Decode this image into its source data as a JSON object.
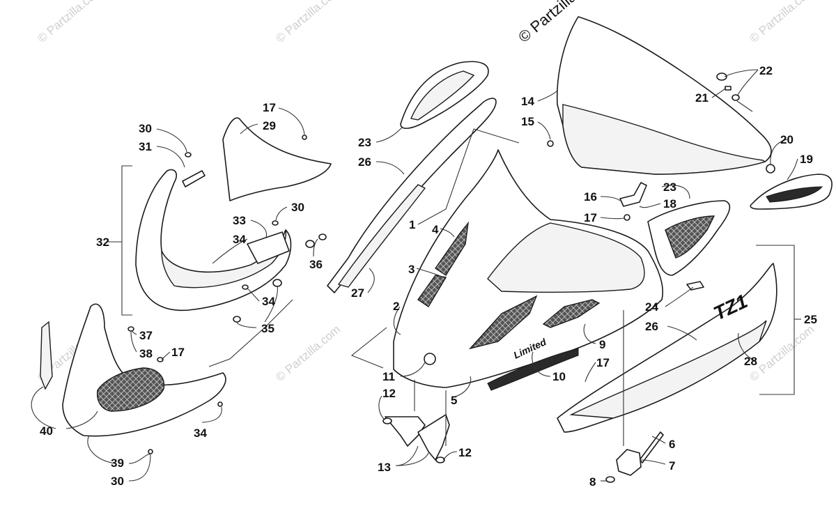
{
  "watermarks": {
    "small": "© Partzilla.com",
    "corner": "© Partzilla"
  },
  "parts": [
    {
      "id": "p1",
      "label": "1"
    },
    {
      "id": "p2",
      "label": "2"
    },
    {
      "id": "p3",
      "label": "3"
    },
    {
      "id": "p4",
      "label": "4"
    },
    {
      "id": "p5",
      "label": "5"
    },
    {
      "id": "p6",
      "label": "6"
    },
    {
      "id": "p7",
      "label": "7"
    },
    {
      "id": "p8",
      "label": "8"
    },
    {
      "id": "p9",
      "label": "9"
    },
    {
      "id": "p10",
      "label": "10"
    },
    {
      "id": "p11",
      "label": "11"
    },
    {
      "id": "p12a",
      "label": "12"
    },
    {
      "id": "p12b",
      "label": "12"
    },
    {
      "id": "p13",
      "label": "13"
    },
    {
      "id": "p14",
      "label": "14"
    },
    {
      "id": "p15",
      "label": "15"
    },
    {
      "id": "p16",
      "label": "16"
    },
    {
      "id": "p17a",
      "label": "17"
    },
    {
      "id": "p17b",
      "label": "17"
    },
    {
      "id": "p17c",
      "label": "17"
    },
    {
      "id": "p17d",
      "label": "17"
    },
    {
      "id": "p18",
      "label": "18"
    },
    {
      "id": "p19",
      "label": "19"
    },
    {
      "id": "p20",
      "label": "20"
    },
    {
      "id": "p21",
      "label": "21"
    },
    {
      "id": "p22",
      "label": "22"
    },
    {
      "id": "p23a",
      "label": "23"
    },
    {
      "id": "p23b",
      "label": "23"
    },
    {
      "id": "p24",
      "label": "24"
    },
    {
      "id": "p25",
      "label": "25"
    },
    {
      "id": "p26a",
      "label": "26"
    },
    {
      "id": "p26b",
      "label": "26"
    },
    {
      "id": "p27",
      "label": "27"
    },
    {
      "id": "p28",
      "label": "28"
    },
    {
      "id": "p29",
      "label": "29"
    },
    {
      "id": "p30a",
      "label": "30"
    },
    {
      "id": "p30b",
      "label": "30"
    },
    {
      "id": "p30c",
      "label": "30"
    },
    {
      "id": "p31",
      "label": "31"
    },
    {
      "id": "p32",
      "label": "32"
    },
    {
      "id": "p33",
      "label": "33"
    },
    {
      "id": "p34a",
      "label": "34"
    },
    {
      "id": "p34b",
      "label": "34"
    },
    {
      "id": "p34c",
      "label": "34"
    },
    {
      "id": "p35",
      "label": "35"
    },
    {
      "id": "p36",
      "label": "36"
    },
    {
      "id": "p37",
      "label": "37"
    },
    {
      "id": "p38",
      "label": "38"
    },
    {
      "id": "p39",
      "label": "39"
    },
    {
      "id": "p40",
      "label": "40"
    }
  ],
  "decals": {
    "limited": "Limited",
    "model": "TZ1"
  }
}
